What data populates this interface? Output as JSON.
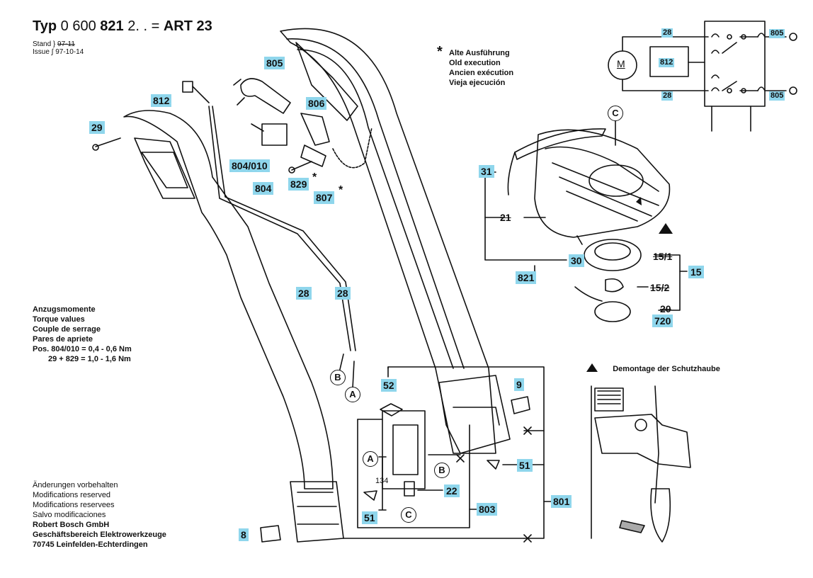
{
  "header": {
    "typ_label": "Typ",
    "typ_number": "0 600",
    "typ_number_bold": "821",
    "typ_suffix": "2. .",
    "equals": "=",
    "art": "ART 23"
  },
  "stand_issue": {
    "stand_label": "Stand",
    "stand_value": "97-11",
    "issue_label": "Issue",
    "issue_value": "97-10-14"
  },
  "legend": {
    "star": "*",
    "lines": [
      "Alte Ausführung",
      "Old execution",
      "Ancien exécution",
      "Vieja ejecución"
    ]
  },
  "torque": {
    "lines": [
      "Anzugsmomente",
      "Torque values",
      "Couple de serrage",
      "Pares de apriete",
      "Pos. 804/010 = 0,4 - 0,6 Nm"
    ],
    "last_line": "29 + 829 = 1,0 - 1,6 Nm"
  },
  "footer": {
    "lines": [
      "Änderungen vorbehalten",
      "Modifications reserved",
      "Modifications reservees",
      "Salvo modificaciones"
    ],
    "bold_lines": [
      "Robert Bosch GmbH",
      "Geschäftsbereich Elektrowerkzeuge",
      "70745 Leinfelden-Echterdingen"
    ]
  },
  "demontage": {
    "marker": "▲",
    "text": "Demontage der Schutzhaube"
  },
  "parts": {
    "p805_top": "805",
    "p812": "812",
    "p29": "29",
    "p806": "806",
    "p804_010": "804/010",
    "p804": "804",
    "p829": "829",
    "p807": "807",
    "p28a": "28",
    "p28b": "28",
    "p52": "52",
    "p9": "9",
    "p51a": "51",
    "p51b": "51",
    "p22": "22",
    "p803": "803",
    "p801": "801",
    "p8": "8",
    "p31": "31",
    "p21": "21",
    "p30": "30",
    "p821": "821",
    "p15_1": "15/1",
    "p15": "15",
    "p15_2": "15/2",
    "p20": "20",
    "p720": "720",
    "wiring_28_top": "28",
    "wiring_28_bottom": "28",
    "wiring_812": "812",
    "wiring_805_top": "805",
    "wiring_805_bottom": "805",
    "motor": "M"
  },
  "circles": {
    "a1": "A",
    "b1": "B",
    "a2": "A",
    "b2": "B",
    "c1": "C",
    "c2": "C"
  },
  "dimension": "134",
  "stars": {
    "s829": "*",
    "s807": "*"
  }
}
